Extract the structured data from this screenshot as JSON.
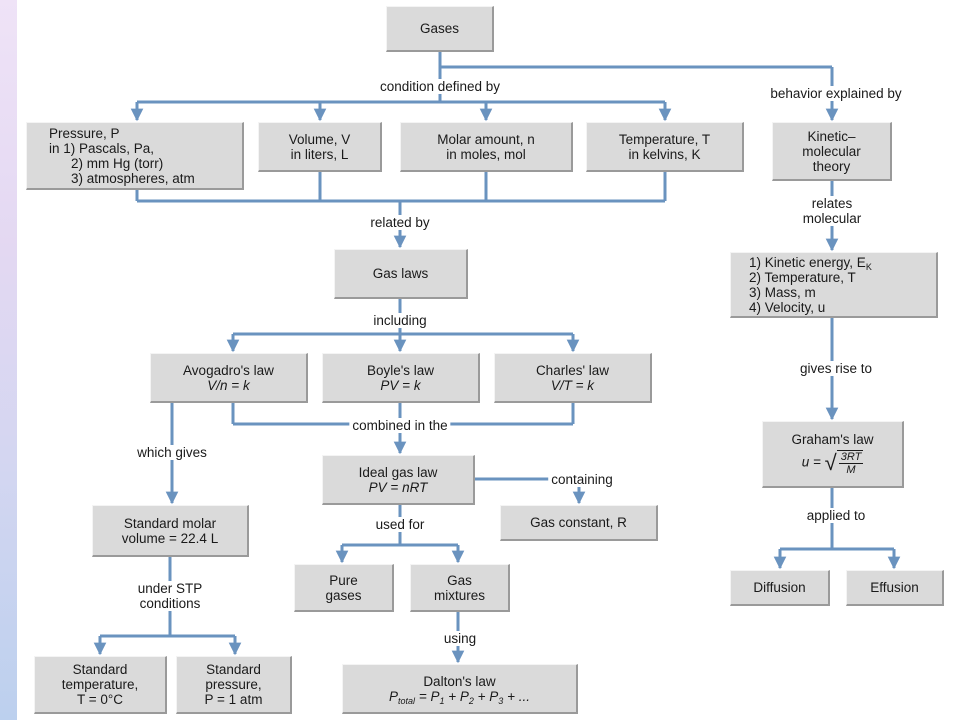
{
  "nodes": {
    "gases": "Gases",
    "pressure": [
      "Pressure, P",
      "in 1) Pascals, Pa,",
      "2) mm Hg (torr)",
      "3) atmospheres, atm"
    ],
    "volume": [
      "Volume, V",
      "in liters, L"
    ],
    "molar": [
      "Molar amount, n",
      "in moles, mol"
    ],
    "temperature": [
      "Temperature, T",
      "in kelvins, K"
    ],
    "kinetic": [
      "Kinetic–",
      "molecular",
      "theory"
    ],
    "gas_laws": "Gas laws",
    "kinetic_list": [
      "1) Kinetic energy, E",
      "K",
      "2) Temperature, T",
      "3) Mass, m",
      "4) Velocity, u"
    ],
    "avogadro": [
      "Avogadro's law",
      "V/n = k"
    ],
    "boyle": [
      "Boyle's law",
      "PV = k"
    ],
    "charles": [
      "Charles' law",
      "V/T = k"
    ],
    "graham": [
      "Graham's law",
      "u =",
      "3RT",
      "M"
    ],
    "ideal": [
      "Ideal gas law",
      "PV = nRT"
    ],
    "gas_constant": "Gas constant, R",
    "std_molar": [
      "Standard molar",
      "volume = 22.4 L"
    ],
    "pure": [
      "Pure",
      "gases"
    ],
    "mixtures": [
      "Gas",
      "mixtures"
    ],
    "diffusion": "Diffusion",
    "effusion": "Effusion",
    "std_temp": [
      "Standard",
      "temperature,",
      "T = 0°C"
    ],
    "std_press": [
      "Standard",
      "pressure,",
      "P = 1 atm"
    ],
    "dalton": [
      "Dalton's law",
      "P",
      "total",
      "= P",
      "1",
      "+ P",
      "2",
      "+ P",
      "3",
      "+ ..."
    ]
  },
  "labels": {
    "condition_defined_by": "condition defined by",
    "behavior_explained_by": "behavior explained by",
    "related_by": "related by",
    "relates_molecular": [
      "relates",
      "molecular"
    ],
    "including": "including",
    "gives_rise_to": "gives rise to",
    "combined_in_the": "combined in the",
    "which_gives": "which gives",
    "containing": "containing",
    "used_for": "used for",
    "applied_to": "applied to",
    "under_stp": [
      "under STP",
      "conditions"
    ],
    "using": "using"
  },
  "colors": {
    "connector": "#6a93bf",
    "box_fill": "#dadada"
  }
}
